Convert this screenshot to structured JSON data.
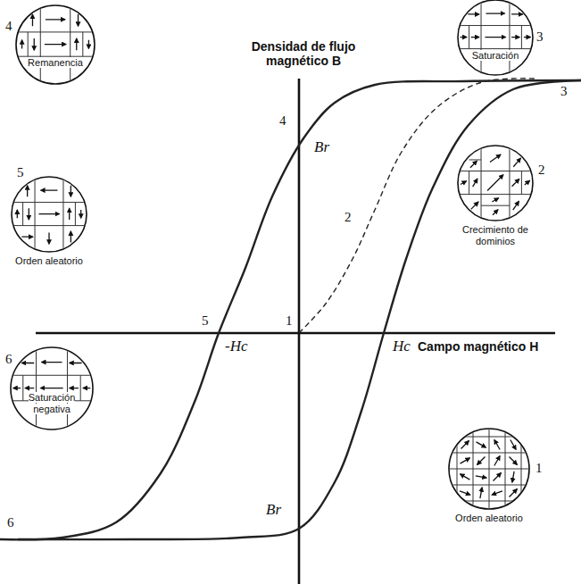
{
  "diagram": {
    "nodes": [
      {
        "text": [
          "4",
          "Remanencia"
        ]
      },
      {
        "text": [
          "3",
          "Saturación"
        ]
      },
      {
        "text": [
          "5",
          "Orden aleatorio"
        ]
      },
      {
        "text": [
          "2",
          "Crecimiento de dominios"
        ]
      },
      {
        "text": [
          "6",
          "Saturación negativa"
        ]
      },
      {
        "text": [
          "1",
          "Orden aleatorio"
        ]
      }
    ],
    "labels": [
      "Densidad de flujo magnético B",
      "4",
      "Br",
      "3",
      "2",
      "5",
      "1",
      "-Hc",
      "Hc",
      "Campo magnético H",
      "Br",
      "6"
    ]
  }
}
